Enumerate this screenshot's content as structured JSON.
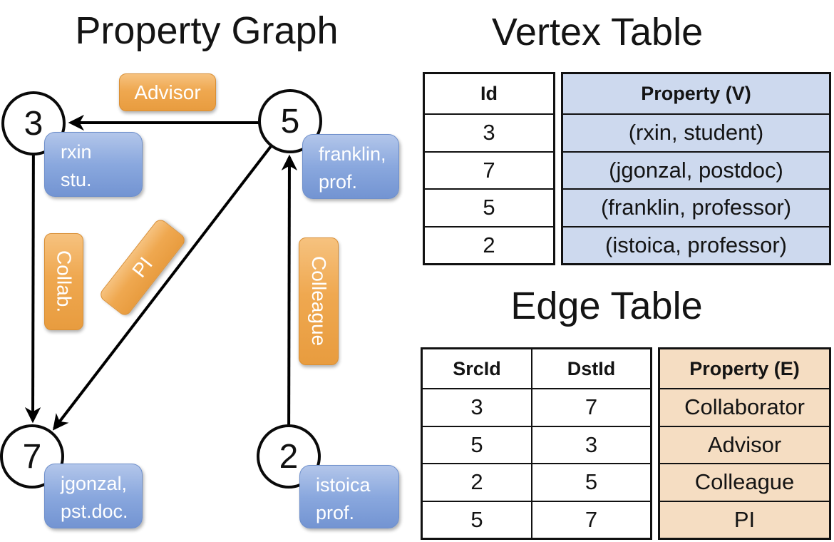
{
  "colors": {
    "orange_box": "#EFA850",
    "orange_border": "#D98E33",
    "blue_box": "#8AA8DE",
    "blue_border": "#6E8FCB",
    "vertex_cell_bg": "#CDD9EE",
    "edge_cell_bg": "#F5DDC2",
    "line": "#000000"
  },
  "graph": {
    "title": "Property Graph",
    "nodes": {
      "v3": {
        "id": "3",
        "prop_line1": "rxin",
        "prop_line2": "stu."
      },
      "v5": {
        "id": "5",
        "prop_line1": "franklin,",
        "prop_line2": "prof."
      },
      "v7": {
        "id": "7",
        "prop_line1": "jgonzal,",
        "prop_line2": "pst.doc."
      },
      "v2": {
        "id": "2",
        "prop_line1": "istoica",
        "prop_line2": "prof."
      }
    },
    "edge_labels": {
      "advisor": "Advisor",
      "collab": "Collab.",
      "pi": "PI",
      "colleague": "Colleague"
    }
  },
  "vertex_table": {
    "title": "Vertex Table",
    "col_id": "Id",
    "col_property": "Property (V)",
    "rows": [
      {
        "id": "3",
        "property": "(rxin, student)"
      },
      {
        "id": "7",
        "property": "(jgonzal, postdoc)"
      },
      {
        "id": "5",
        "property": "(franklin, professor)"
      },
      {
        "id": "2",
        "property": "(istoica, professor)"
      }
    ]
  },
  "edge_table": {
    "title": "Edge Table",
    "col_src": "SrcId",
    "col_dst": "DstId",
    "col_property": "Property (E)",
    "rows": [
      {
        "src": "3",
        "dst": "7",
        "property": "Collaborator"
      },
      {
        "src": "5",
        "dst": "3",
        "property": "Advisor"
      },
      {
        "src": "2",
        "dst": "5",
        "property": "Colleague"
      },
      {
        "src": "5",
        "dst": "7",
        "property": "PI"
      }
    ]
  }
}
